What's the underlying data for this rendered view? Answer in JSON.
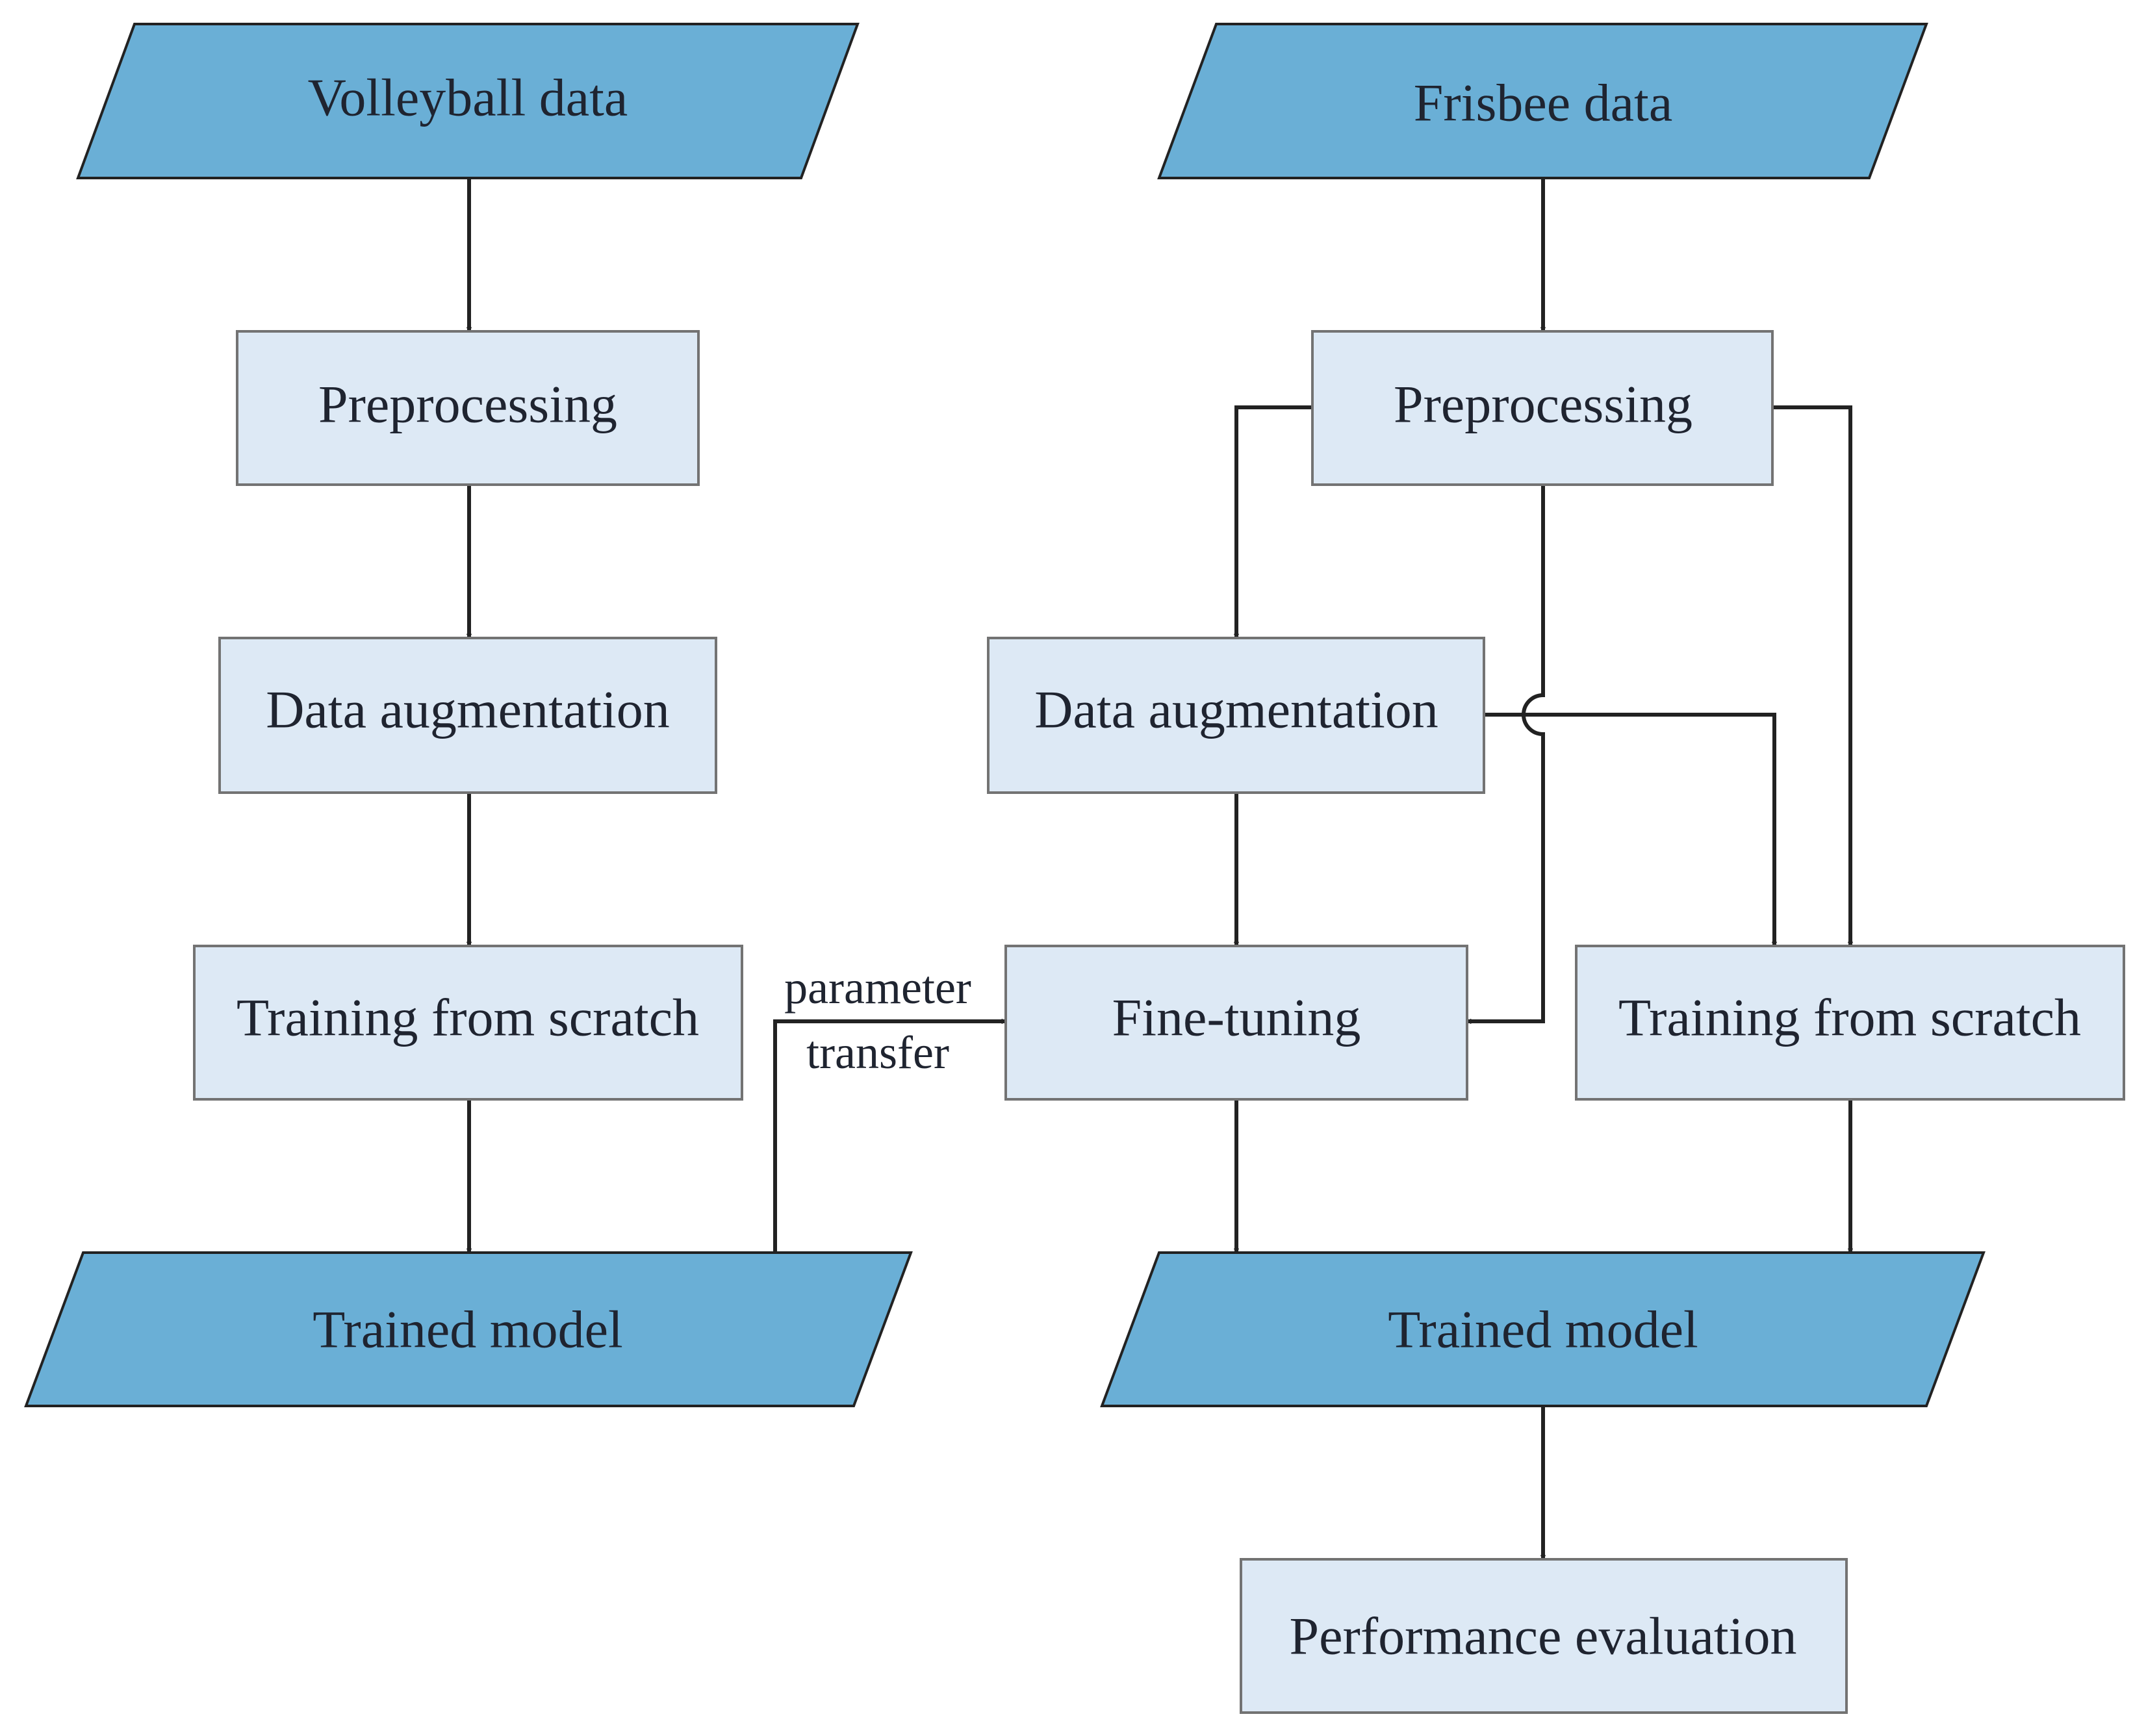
{
  "colors": {
    "data_fill": "#6aafd6",
    "process_fill": "#dde9f5",
    "edge": "#222222",
    "text": "#1f2430"
  },
  "left": {
    "input": "Volleyball data",
    "preprocessing": "Preprocessing",
    "augmentation": "Data augmentation",
    "training": "Training from scratch",
    "output": "Trained model"
  },
  "transfer_label": {
    "line1": "parameter",
    "line2": "transfer"
  },
  "right": {
    "input": "Frisbee data",
    "preprocessing": "Preprocessing",
    "augmentation": "Data augmentation",
    "finetuning": "Fine-tuning",
    "training": "Training from scratch",
    "output": "Trained model",
    "evaluation": "Performance evaluation"
  }
}
